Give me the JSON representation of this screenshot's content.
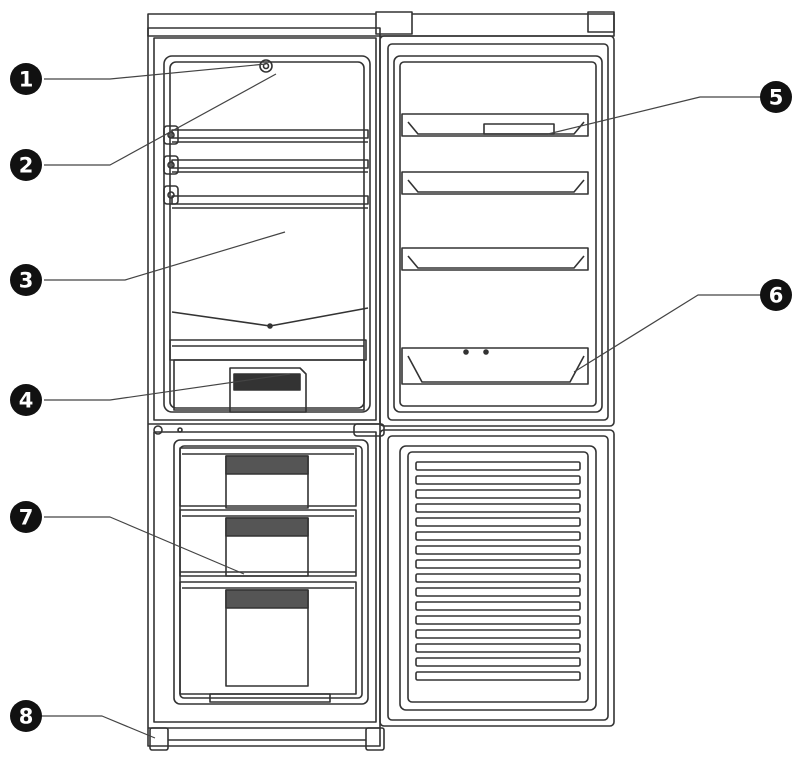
{
  "callouts": [
    {
      "id": 1,
      "label": "1"
    },
    {
      "id": 2,
      "label": "2"
    },
    {
      "id": 3,
      "label": "3"
    },
    {
      "id": 4,
      "label": "4"
    },
    {
      "id": 5,
      "label": "5"
    },
    {
      "id": 6,
      "label": "6"
    },
    {
      "id": 7,
      "label": "7"
    },
    {
      "id": 8,
      "label": "8"
    }
  ],
  "colors": {
    "line": "#333333",
    "badge": "#111111",
    "paper": "#ffffff",
    "shade": "#555555"
  }
}
